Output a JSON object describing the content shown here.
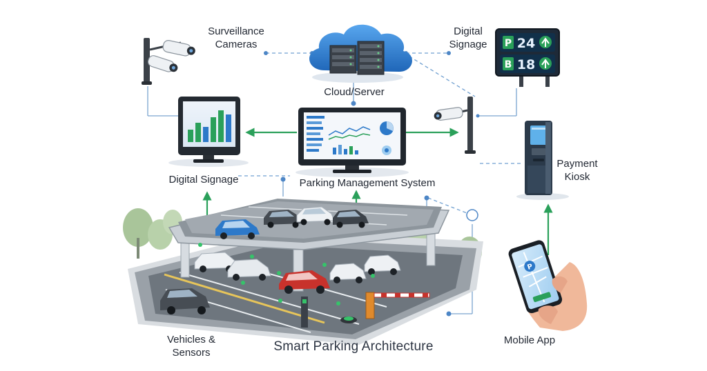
{
  "diagram": {
    "title": "Smart Parking Architecture",
    "nodes": {
      "surveillance_cameras": {
        "line1": "Surveillance",
        "line2": "Cameras"
      },
      "cloud_server": {
        "label": "Cloud/Server"
      },
      "digital_signage_top": {
        "line1": "Digital",
        "line2": "Signage"
      },
      "digital_signage_left": {
        "label": "Digital Signage"
      },
      "parking_management_system": {
        "label": "Parking Management System"
      },
      "payment_kiosk": {
        "line1": "Payment",
        "line2": "Kiosk"
      },
      "vehicles_sensors": {
        "line1": "Vehicles &",
        "line2": "Sensors"
      },
      "mobile_app": {
        "label": "Mobile App"
      }
    },
    "signage_board": {
      "row1_letter": "P",
      "row1_count": "24",
      "row2_letter": "B",
      "row2_count": "18"
    },
    "colors": {
      "arrow_green": "#2aa05a",
      "dashed_blue": "#6f9fd0",
      "cloud_blue": "#2f7fd0",
      "car_red": "#c8322c",
      "car_blue": "#2d79c9",
      "sensor_green": "#36c36a"
    }
  }
}
